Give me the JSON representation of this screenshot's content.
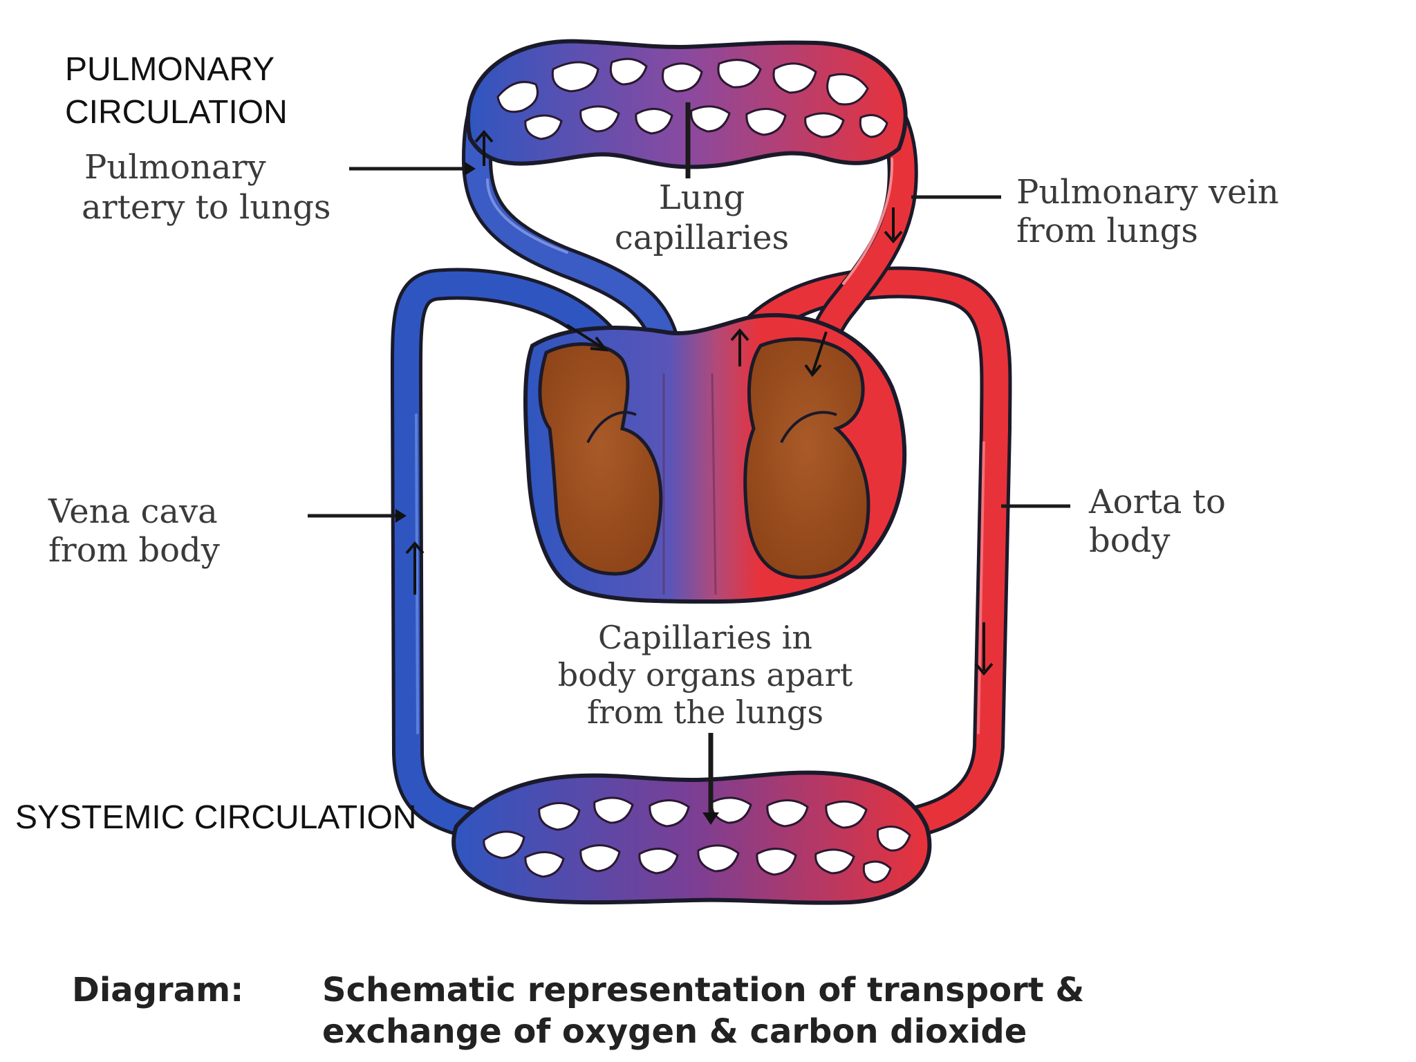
{
  "headings": {
    "pulmonary_line1": "PULMONARY",
    "pulmonary_line2": "CIRCULATION",
    "systemic": "SYSTEMIC CIRCULATION"
  },
  "labels": {
    "pulmonary_artery": [
      "Pulmonary",
      "artery to lungs"
    ],
    "lung_capillaries": [
      "Lung",
      "capillaries"
    ],
    "pulmonary_vein": [
      "Pulmonary vein",
      "from lungs"
    ],
    "vena_cava": [
      "Vena cava",
      "from body"
    ],
    "aorta": [
      "Aorta to",
      "body"
    ],
    "body_capillaries": [
      "Capillaries in",
      "body organs apart",
      "from the lungs"
    ]
  },
  "caption": {
    "prefix": "Diagram:",
    "line1": "Schematic representation of transport &",
    "line2": "exchange of oxygen & carbon dioxide"
  },
  "colors": {
    "deoxygenated": "#2f56c0",
    "oxygenated": "#e8323a",
    "mixed": "#7a4a9a",
    "heart_chamber": "#a4511e",
    "outline": "#1a1a2a"
  }
}
